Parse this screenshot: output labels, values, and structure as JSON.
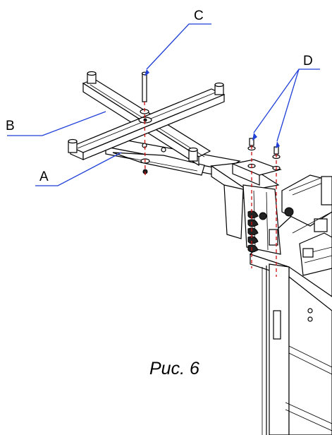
{
  "diagram": {
    "callouts": {
      "a": "A",
      "b": "B",
      "c": "C",
      "d": "D"
    },
    "caption": "Рис. 6",
    "colors": {
      "leader": "#1f3fd8",
      "axis_line": "#d01010",
      "outline": "#000000"
    }
  }
}
